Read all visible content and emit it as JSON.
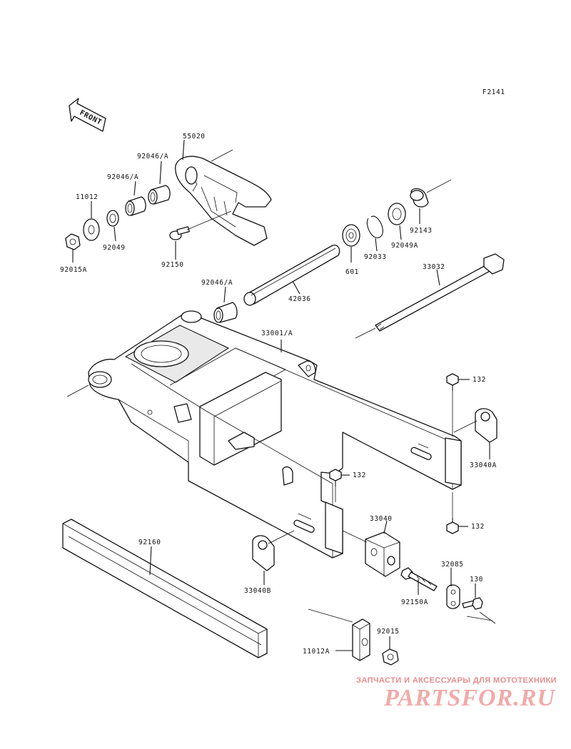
{
  "diagram_code": "F2141",
  "front_label": "FRONT",
  "parts": {
    "p55020": "55020",
    "p92046A_top": "92046/A",
    "p92046A_mid": "92046/A",
    "p92046A_low": "92046/A",
    "p11012": "11012",
    "p92049": "92049",
    "p92015A": "92015A",
    "p92150": "92150",
    "p92143": "92143",
    "p92049A": "92049A",
    "p92033": "92033",
    "p601": "601",
    "p42036": "42036",
    "p33032": "33032",
    "p33001A": "33001/A",
    "p132_a": "132",
    "p132_b": "132",
    "p132_c": "132",
    "p33040A": "33040A",
    "p33040": "33040",
    "p92160": "92160",
    "p33040B": "33040B",
    "p32085": "32085",
    "p130": "130",
    "p92150A": "92150A",
    "p92015": "92015",
    "p11012A": "11012A"
  },
  "footer": {
    "caption": "ЗАПЧАСТИ И АКСЕССУАРЫ ДЛЯ МОТОТЕХНИКИ",
    "brand": "PARTSFOR.RU"
  },
  "colors": {
    "line": "#111111",
    "watermark_caption": "#e88c8c",
    "watermark_brand": "#f2aaaa"
  }
}
